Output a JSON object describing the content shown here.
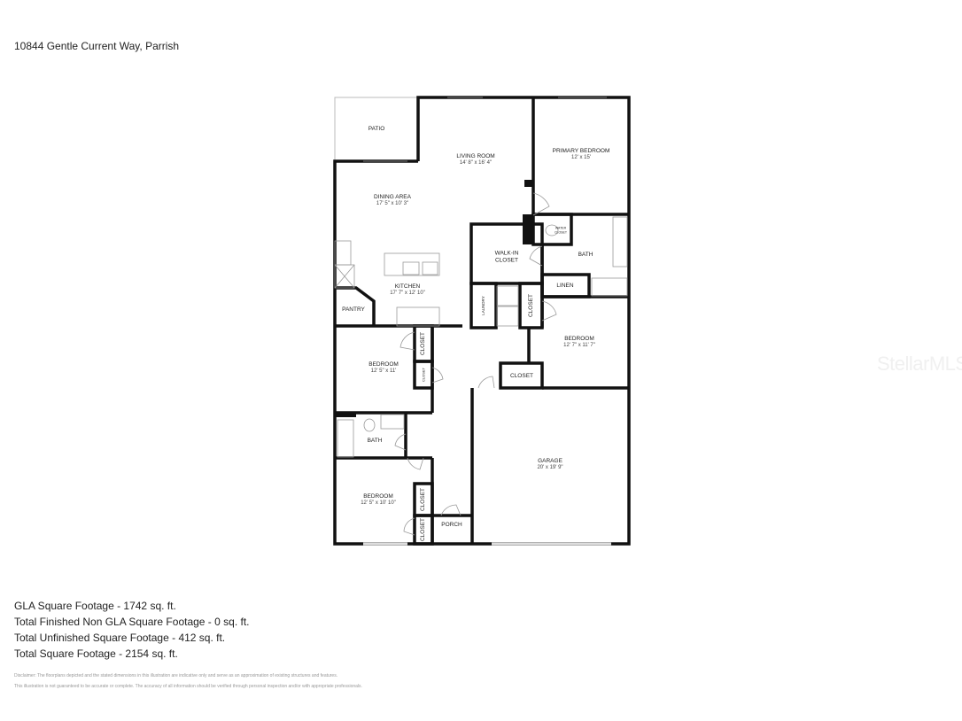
{
  "header": {
    "address": "10844 Gentle Current Way, Parrish"
  },
  "rooms": {
    "patio": {
      "name": "PATIO"
    },
    "living_room": {
      "name": "LIVING ROOM",
      "dims": "14' 8\" x 16' 4\""
    },
    "primary_bedroom": {
      "name": "PRIMARY BEDROOM",
      "dims": "12' x 15'"
    },
    "dining_area": {
      "name": "DINING AREA",
      "dims": "17' 5\" x 10' 3\""
    },
    "water_closet": {
      "name": "WATER CLOSET"
    },
    "walk_in_closet": {
      "name": "WALK-IN CLOSET"
    },
    "primary_bath": {
      "name": "BATH"
    },
    "linen": {
      "name": "LINEN"
    },
    "kitchen": {
      "name": "KITCHEN",
      "dims": "17' 7\" x 12' 10\""
    },
    "pantry": {
      "name": "PANTRY"
    },
    "laundry": {
      "name": "LAUNDRY"
    },
    "closet_laundry": {
      "name": "CLOSET"
    },
    "bedroom_right": {
      "name": "BEDROOM",
      "dims": "12' 7\" x 11' 7\""
    },
    "closet_right": {
      "name": "CLOSET"
    },
    "bedroom_left": {
      "name": "BEDROOM",
      "dims": "12' 5\" x 11'"
    },
    "closet_left_a": {
      "name": "CLOSET"
    },
    "closet_left_b": {
      "name": "CLOSET"
    },
    "bath_left": {
      "name": "BATH"
    },
    "garage": {
      "name": "GARAGE",
      "dims": "20' x 19' 9\""
    },
    "bedroom_bottom": {
      "name": "BEDROOM",
      "dims": "12' 5\" x 10' 10\""
    },
    "closet_bottom_a": {
      "name": "CLOSET"
    },
    "closet_bottom_b": {
      "name": "CLOSET"
    },
    "porch": {
      "name": "PORCH"
    }
  },
  "stats": [
    "GLA Square Footage - 1742 sq. ft.",
    "Total Finished Non GLA Square Footage - 0 sq. ft.",
    "Total Unfinished Square Footage - 412 sq. ft.",
    "Total Square Footage - 2154 sq. ft."
  ],
  "disclaimer": [
    "Disclaimer: The floorplans depicted and the stated dimensions in this illustration are indicative only and serve as an approximation of existing structures and features.",
    "This illustration is not guaranteed to be accurate or complete. The accuracy of all information should be verified through personal inspection and/or with appropriate professionals."
  ],
  "watermark": "StellarMLS"
}
